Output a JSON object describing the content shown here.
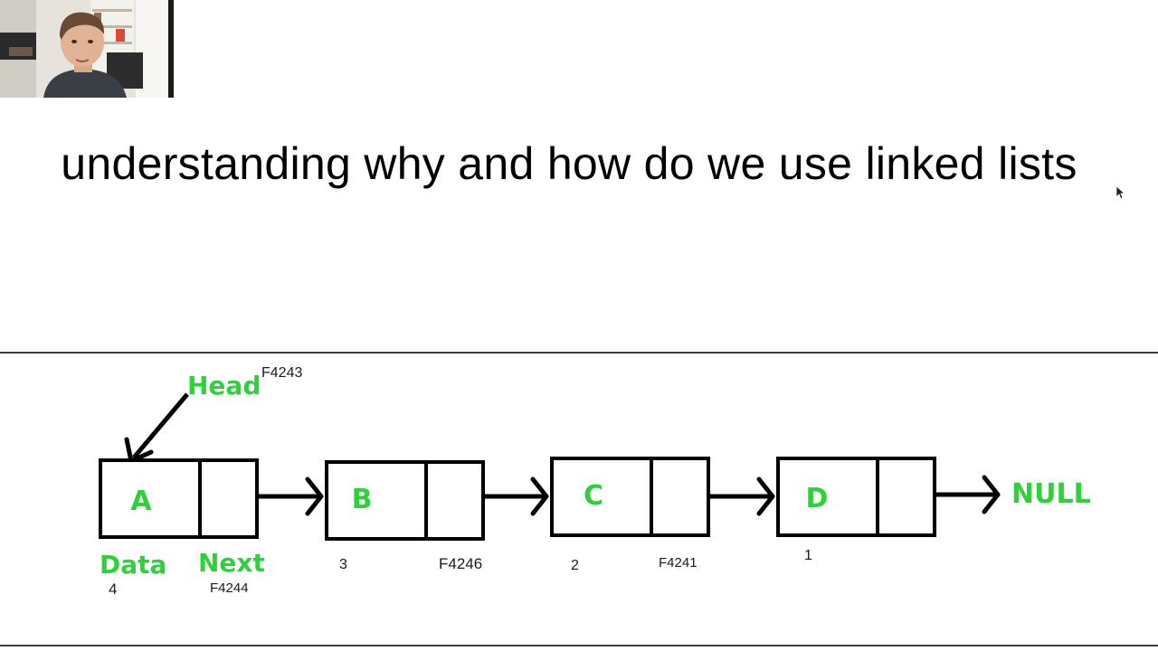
{
  "slide": {
    "title": "understanding why and how do we use linked lists"
  },
  "diagram": {
    "head_label": "Head",
    "head_address": "F4243",
    "field_labels": {
      "data": "Data",
      "next": "Next"
    },
    "nodes": [
      {
        "name": "A",
        "data_value": "4",
        "next_address": "F4244"
      },
      {
        "name": "B",
        "data_value": "3",
        "next_address": "F4246"
      },
      {
        "name": "C",
        "data_value": "2",
        "next_address": "F4241"
      },
      {
        "name": "D",
        "data_value": "1",
        "next_address": ""
      }
    ],
    "terminal_label": "NULL",
    "label_color": "#2fd13a"
  },
  "icons": {
    "cursor": "mouse-pointer-icon",
    "webcam": "presenter-webcam-feed"
  }
}
